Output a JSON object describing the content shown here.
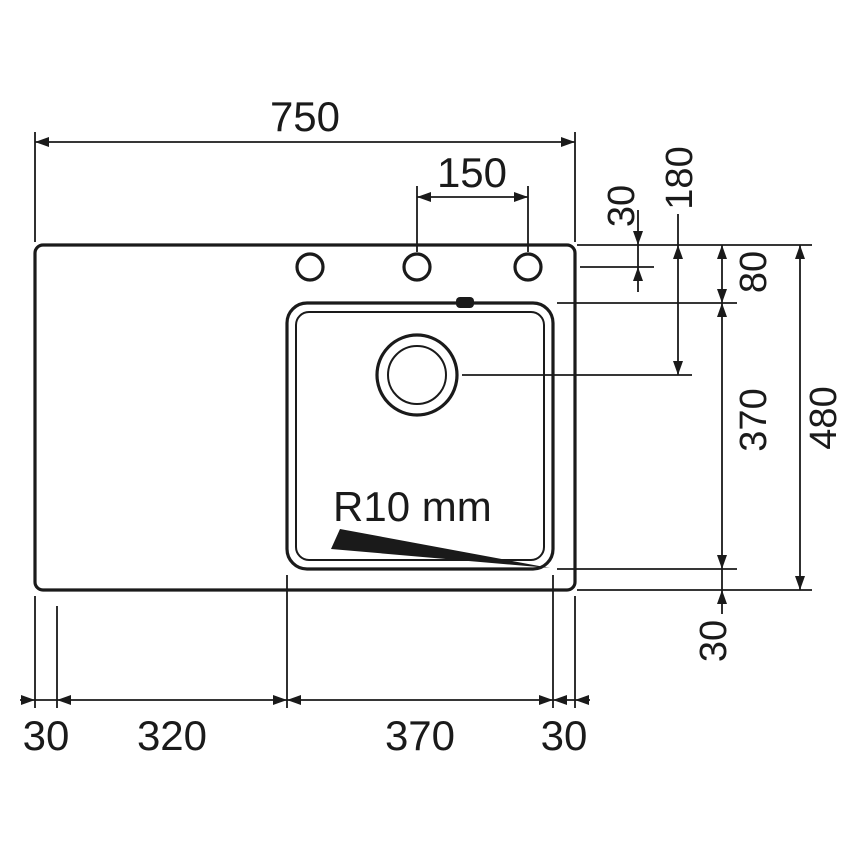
{
  "drawing": {
    "type": "kitchen-sink-installation-drawing",
    "unit": "mm",
    "colors": {
      "line": "#1a1a1a",
      "background": "#ffffff"
    },
    "dims": {
      "total_width": "750",
      "tap_hole_spacing": "150",
      "top_edge_to_tap_holes": "30",
      "top_edge_to_drain_center": "180",
      "top_edge_to_bowl": "80",
      "bowl_front_to_back": "370",
      "total_depth": "480",
      "bowl_to_front_edge": "30",
      "left_rim": "30",
      "drainboard_width": "320",
      "bowl_width": "370",
      "right_rim": "30"
    },
    "radius_note": "R10 mm"
  }
}
